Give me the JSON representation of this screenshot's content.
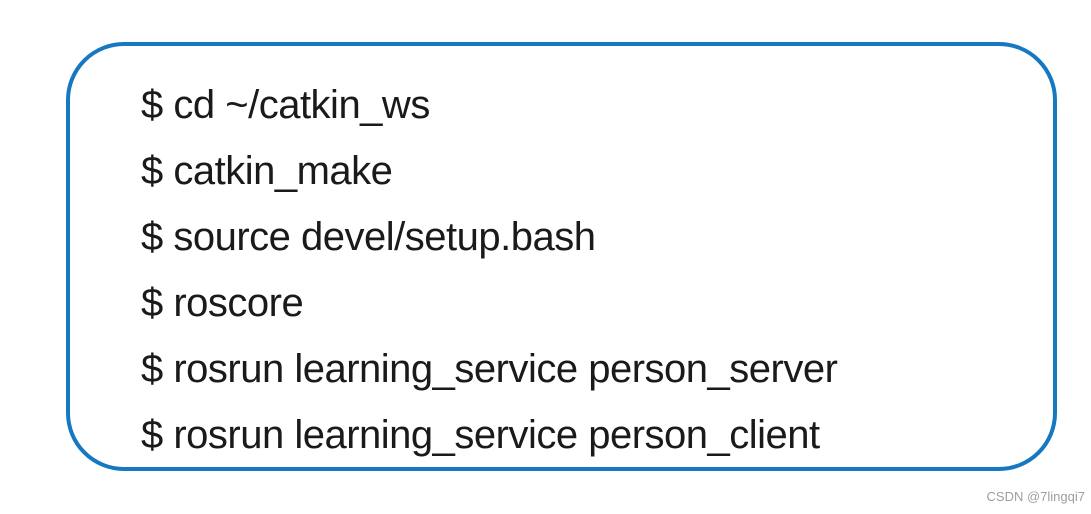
{
  "terminal_box": {
    "lines": [
      "$ cd ~/catkin_ws",
      "$ catkin_make",
      "$ source devel/setup.bash",
      "$ roscore",
      "$ rosrun learning_service person_server",
      "$ rosrun learning_service person_client"
    ]
  },
  "watermark": {
    "text": "CSDN @7lingqi7"
  },
  "colors": {
    "border": "#1778c2",
    "text": "#1a1a1a",
    "watermark": "#9e9e9e"
  }
}
